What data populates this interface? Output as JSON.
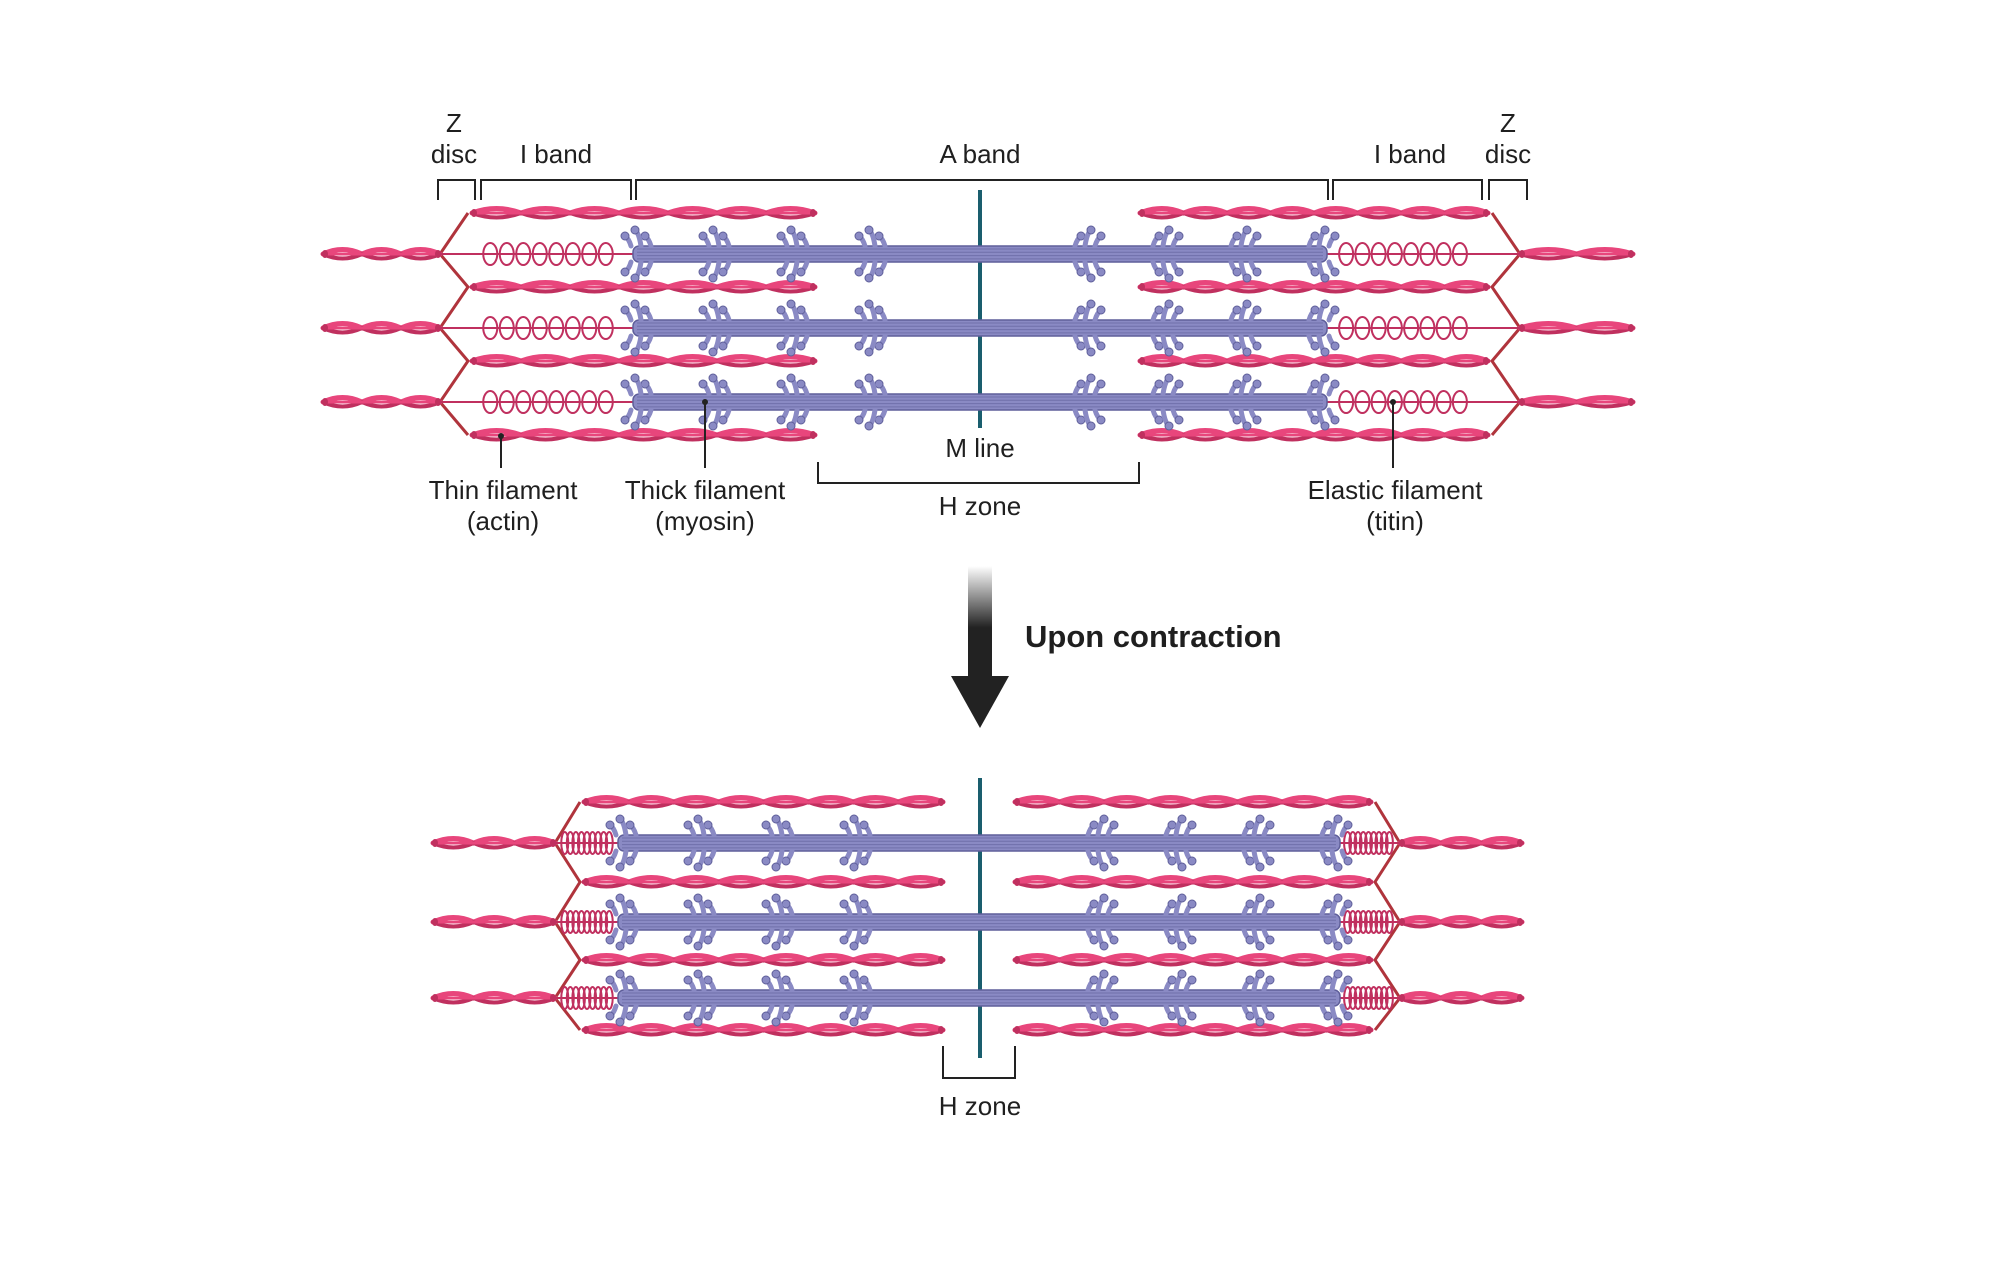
{
  "labels": {
    "z_disc_left": [
      "Z",
      "disc"
    ],
    "i_band_left": "I band",
    "a_band": "A band",
    "i_band_right": "I band",
    "z_disc_right": [
      "Z",
      "disc"
    ],
    "m_line": "M line",
    "h_zone_relaxed": "H zone",
    "thin_filament": [
      "Thin filament",
      "(actin)"
    ],
    "thick_filament": [
      "Thick filament",
      "(myosin)"
    ],
    "elastic_filament": [
      "Elastic filament",
      "(titin)"
    ],
    "contraction": "Upon contraction",
    "h_zone_contracted": "H zone"
  },
  "colors": {
    "actin": "#e8467c",
    "actin_dark": "#c0305f",
    "myosin": "#8a8ac4",
    "myosin_dark": "#5f5f9a",
    "titin": "#c0305f",
    "z_disc": "#b0343c",
    "m_line": "#1a5e6e",
    "bracket": "#222222",
    "arrow": "#222222"
  }
}
